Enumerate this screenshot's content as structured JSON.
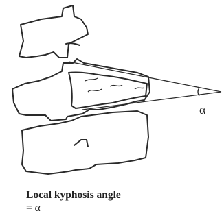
{
  "figure": {
    "angle_symbol": "α",
    "caption_line1": "Local kyphosis angle",
    "caption_line2": "= α"
  }
}
